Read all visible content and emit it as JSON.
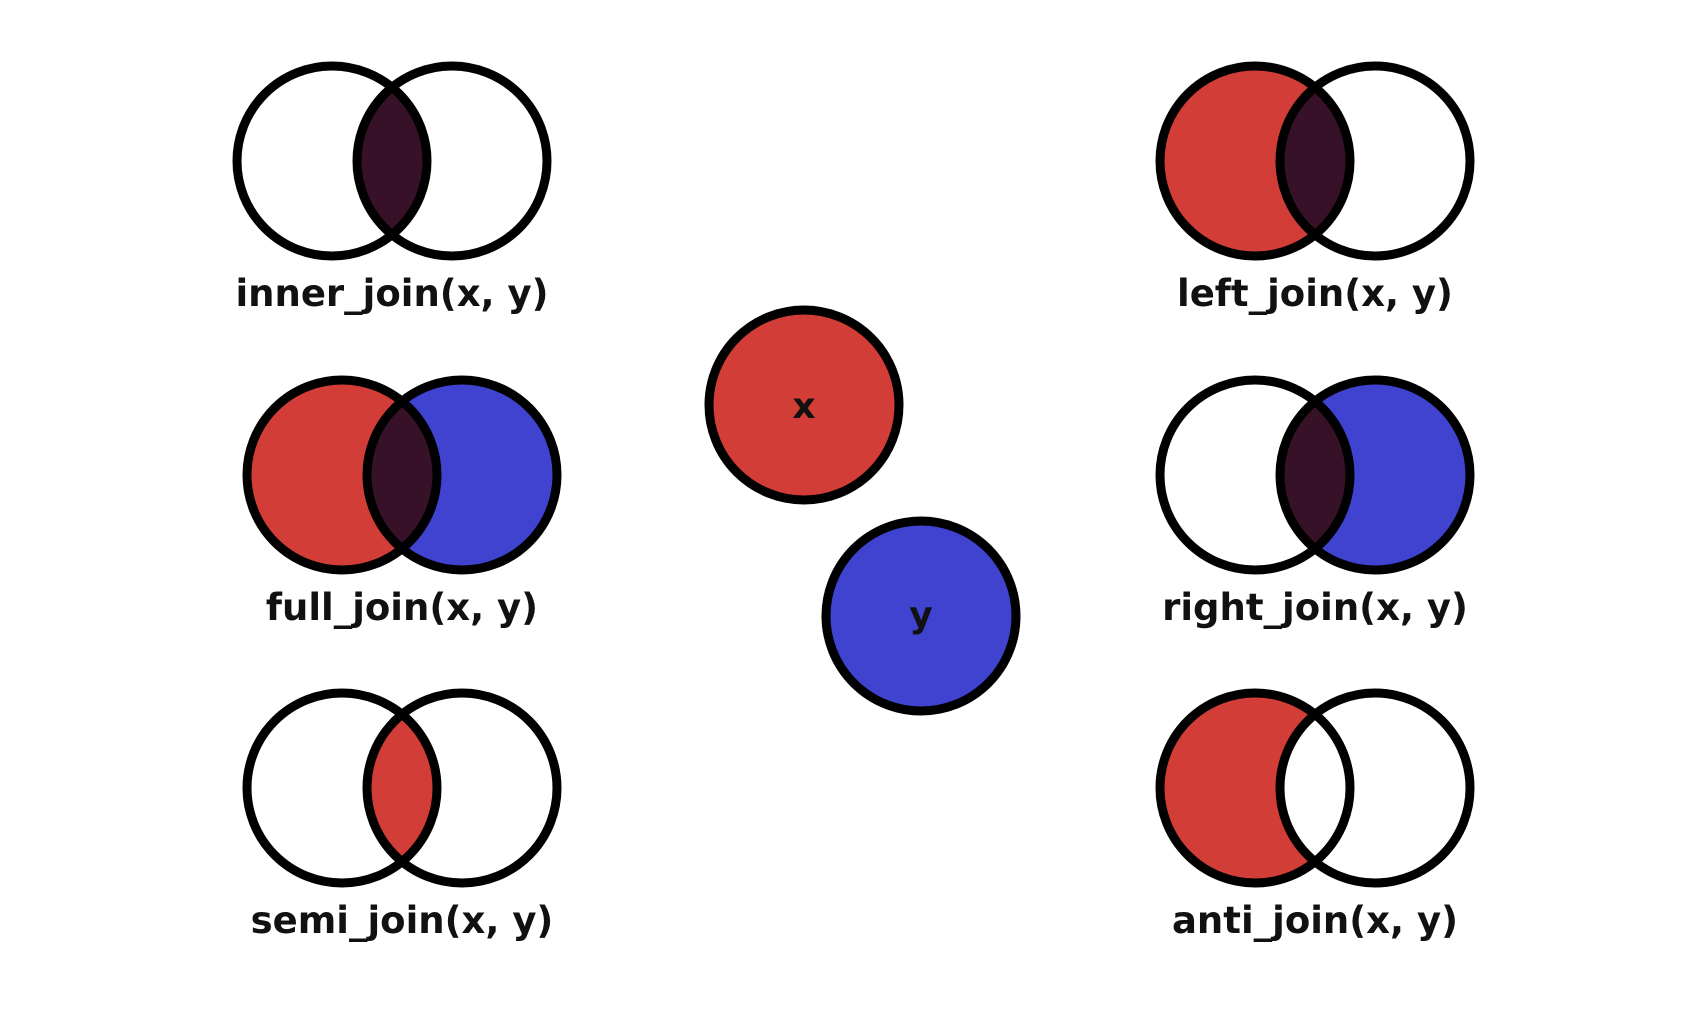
{
  "colors": {
    "x": "#d33d37",
    "y": "#3f43d0",
    "both": "#361128",
    "outline": "#000000",
    "background": "#ffffff"
  },
  "legend": {
    "x_label": "x",
    "y_label": "y"
  },
  "joins": [
    {
      "id": "inner_join",
      "label": "inner_join(x, y)",
      "fill_left": false,
      "fill_intersection": "both",
      "fill_right": false
    },
    {
      "id": "left_join",
      "label": "left_join(x, y)",
      "fill_left": true,
      "fill_intersection": "both",
      "fill_right": false
    },
    {
      "id": "full_join",
      "label": "full_join(x, y)",
      "fill_left": true,
      "fill_intersection": "both",
      "fill_right": true
    },
    {
      "id": "right_join",
      "label": "right_join(x, y)",
      "fill_left": false,
      "fill_intersection": "both",
      "fill_right": true
    },
    {
      "id": "semi_join",
      "label": "semi_join(x, y)",
      "fill_left": false,
      "fill_intersection": "x",
      "fill_right": false
    },
    {
      "id": "anti_join",
      "label": "anti_join(x, y)",
      "fill_left": true,
      "fill_intersection": "none",
      "fill_right": false
    }
  ]
}
